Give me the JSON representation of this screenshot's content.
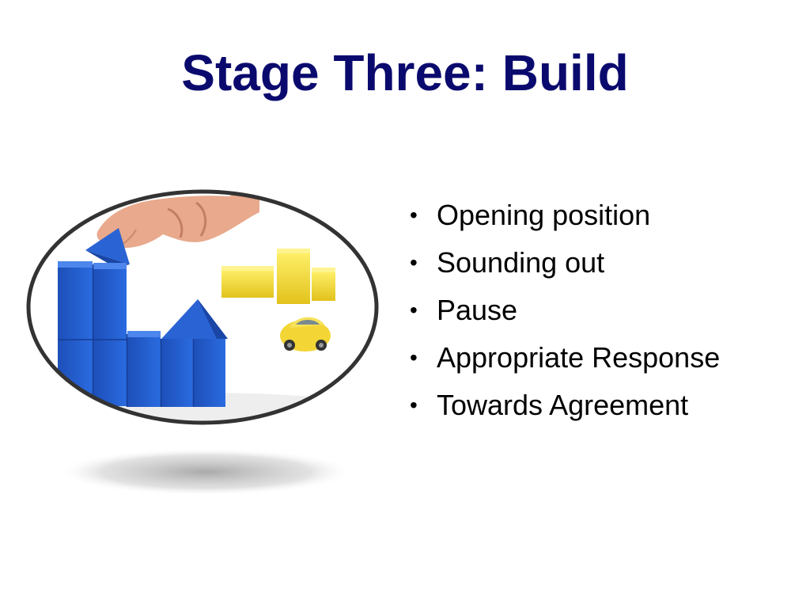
{
  "slide": {
    "title": "Stage Three: Build",
    "bullets": [
      "Opening position",
      "Sounding out",
      "Pause",
      "Appropriate Response",
      "Towards Agreement"
    ],
    "bullet_marker": "•"
  },
  "colors": {
    "title": "#0a0a6e",
    "text": "#000000",
    "blocks_blue": "#1f5fcf",
    "blocks_yellow": "#f0d437",
    "frame": "#333333"
  },
  "icons": {
    "illustration": "building-blocks-image"
  }
}
